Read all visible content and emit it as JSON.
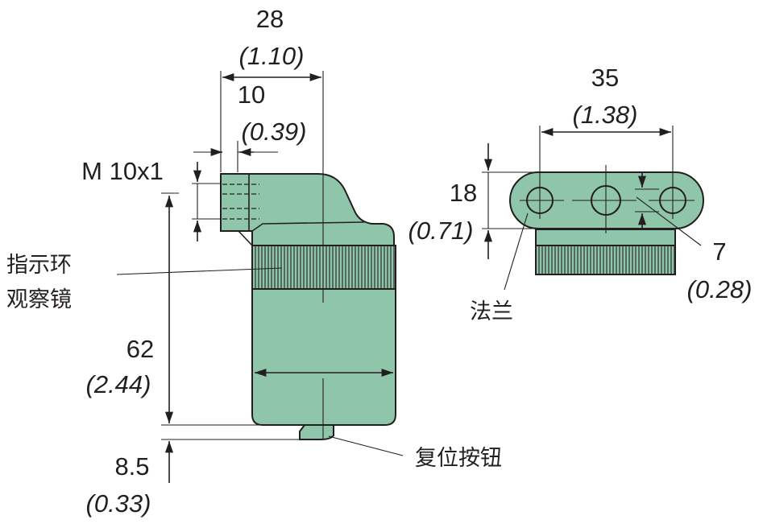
{
  "dimensions": {
    "d28": "28",
    "d28_in": "(1.10)",
    "d10": "10",
    "d10_in": "(0.39)",
    "thread": "M 10x1",
    "d62": "62",
    "d62_in": "(2.44)",
    "d8_5": "8.5",
    "d8_5_in": "(0.33)",
    "d35": "35",
    "d35_in": "(1.38)",
    "d18": "18",
    "d18_in": "(0.71)",
    "d7": "7",
    "d7_in": "(0.28)"
  },
  "labels": {
    "indicator_line1": "指示环",
    "indicator_line2": "观察镜",
    "reset_button": "复位按钮",
    "flange": "法兰"
  },
  "colors": {
    "body": "#8fc5a8",
    "outline": "#231f20",
    "background": "#ffffff"
  }
}
